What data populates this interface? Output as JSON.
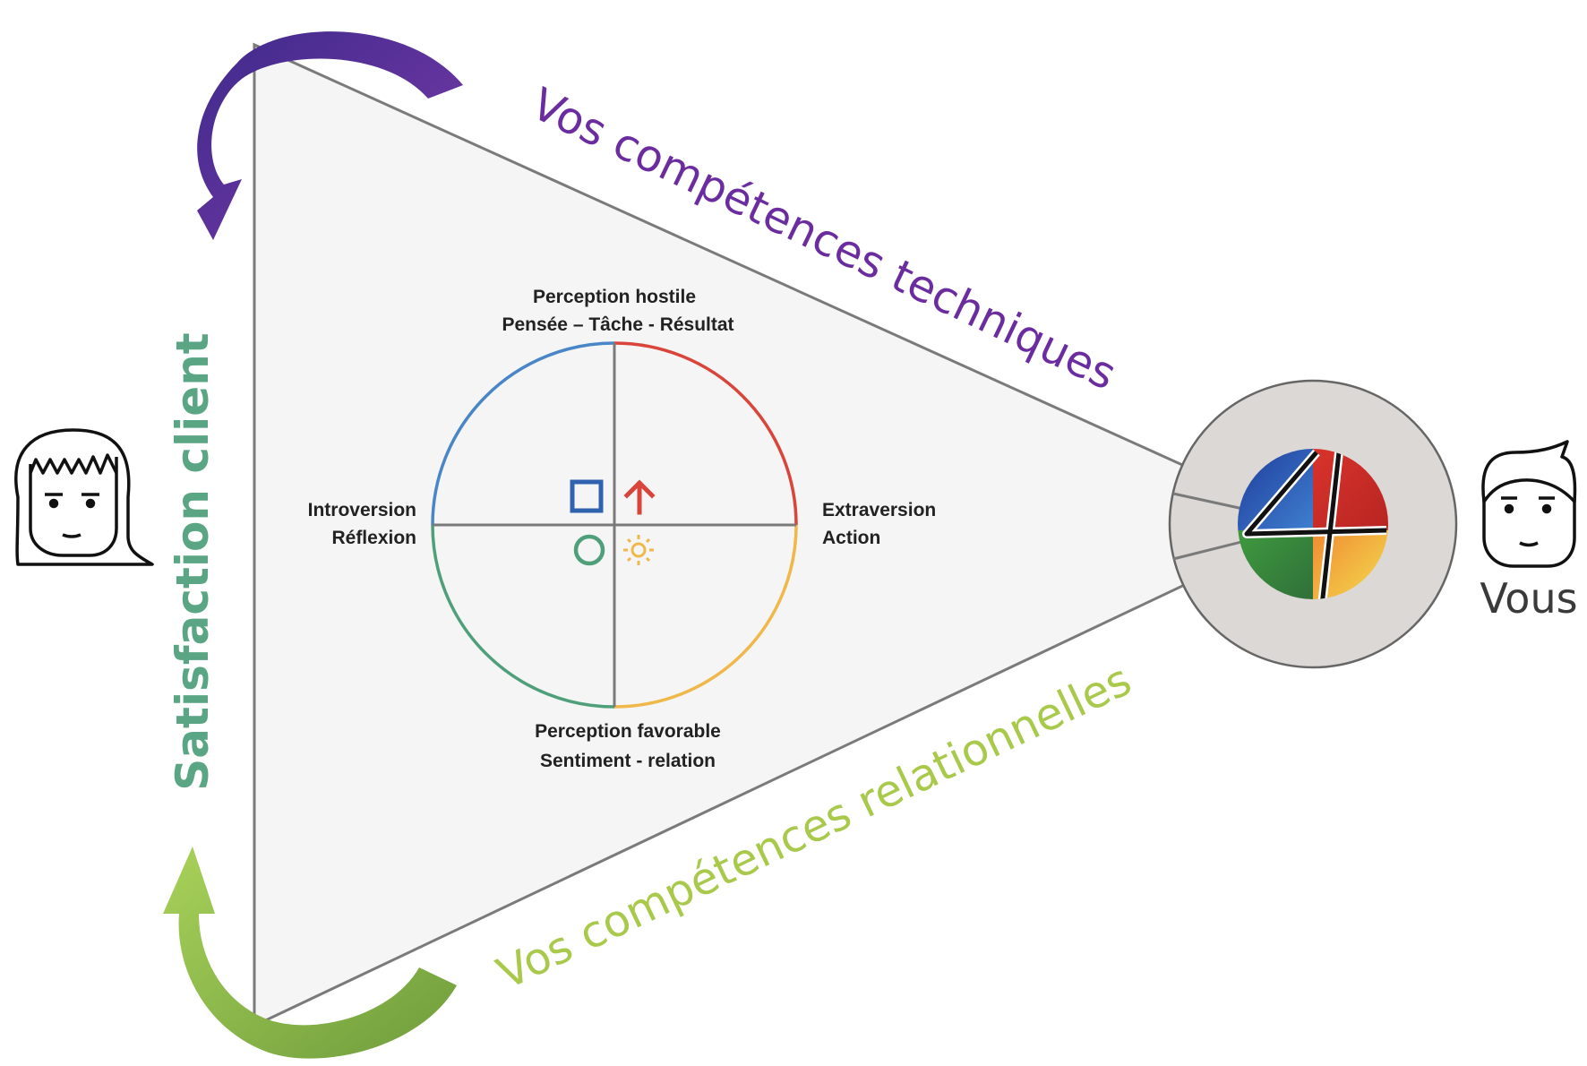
{
  "titles": {
    "technical": "Vos compétences techniques",
    "relational": "Vos compétences relationnelles",
    "satisfaction": "Satisfaction client",
    "you": "Vous"
  },
  "quadrant_labels": {
    "top_line1": "Perception hostile",
    "top_line2": "Pensée – Tâche - Résultat",
    "left_line1": "Introversion",
    "left_line2": "Réflexion",
    "right_line1": "Extraversion",
    "right_line2": "Action",
    "bottom_line1": "Perception favorable",
    "bottom_line2": "Sentiment - relation"
  },
  "colors": {
    "technical": "#6a2c9e",
    "relational": "#a8c94a",
    "satisfaction": "#5aa583",
    "quad_blue": "#4a86c7",
    "quad_red": "#d9453a",
    "quad_green": "#4fa07a",
    "quad_yellow": "#f0b84a",
    "triangle_fill": "#f4f5f4",
    "triangle_stroke": "#7a7a7a",
    "lens_fill": "#dcd8d5"
  },
  "icons": {
    "blue": "square-icon",
    "red": "arrow-up-icon",
    "green": "circle-icon",
    "yellow": "sun-icon",
    "client": "client-face-icon",
    "you": "you-face-icon",
    "logo": "four-logo-icon"
  }
}
